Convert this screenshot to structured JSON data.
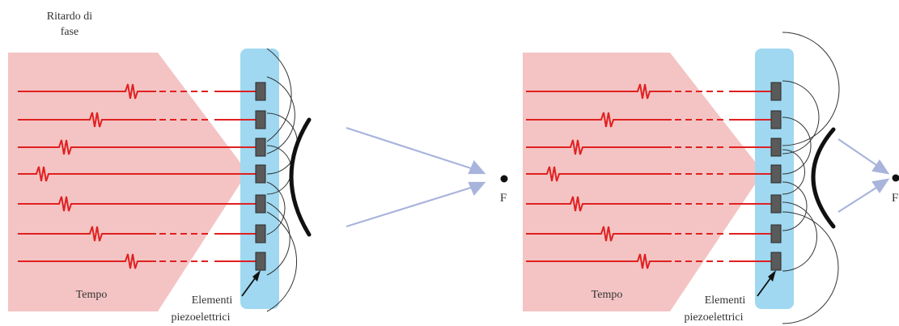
{
  "left_panel": {
    "phase_delay_label": [
      "Ritardo di",
      "fase"
    ],
    "time_label": "Tempo",
    "elements_label": [
      "Elementi",
      "piezoelettrici"
    ],
    "focus_label": "F"
  },
  "right_panel": {
    "time_label": "Tempo",
    "elements_label": [
      "Elementi",
      "piezoelettrici"
    ],
    "focus_label": "F"
  },
  "colors": {
    "background_pink": "#f4c4c4",
    "signal_red": "#e02020",
    "array_blue": "#9fd8f0",
    "element_gray": "#5a5a5a",
    "arrow_blue": "#a9b4dc",
    "wavefront_black": "#111111"
  }
}
